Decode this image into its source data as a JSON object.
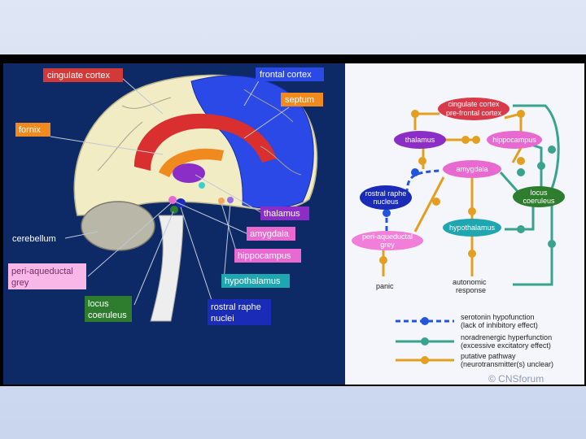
{
  "brain_labels": {
    "cingulate_cortex": "cingulate cortex",
    "frontal_cortex": "frontal cortex",
    "septum": "septum",
    "fornix": "fornix",
    "thalamus": "thalamus",
    "cerebellum": "cerebellum",
    "amygdala": "amygdala",
    "hippocampus": "hippocampus",
    "periaqueductal_line1": "peri-aqueductal",
    "periaqueductal_line2": "grey",
    "hypothalamus": "hypothalamus",
    "locus_line1": "locus",
    "locus_line2": "coeruleus",
    "raphe_line1": "rostral raphe",
    "raphe_line2": "nuclei"
  },
  "diagram": {
    "cingulate_line1": "cingulate cortex",
    "cingulate_line2": "pre-frontal cortex",
    "thalamus": "thalamus",
    "hippocampus": "hippocampus",
    "amygdala": "amygdala",
    "raphe_line1": "rostral raphe",
    "raphe_line2": "nucleus",
    "locus_line1": "locus",
    "locus_line2": "coeruleus",
    "periaq_line1": "peri-aqueductal",
    "periaq_line2": "grey",
    "hypothalamus": "hypothalamus",
    "panic": "panic",
    "autonomic_line1": "autonomic",
    "autonomic_line2": "response"
  },
  "legend": {
    "serotonin_line1": "serotonin hypofunction",
    "serotonin_line2": "(lack of inhibitory effect)",
    "noradrenergic_line1": "noradrenergic hyperfunction",
    "noradrenergic_line2": "(excessive excitatory effect)",
    "putative_line1": "putative pathway",
    "putative_line2": "(neurotransmitter(s) unclear)"
  },
  "copyright": "© CNSforum",
  "colors": {
    "serotonin": "#2255dd",
    "noradrenergic": "#3aa38e",
    "putative": "#e3a020"
  }
}
